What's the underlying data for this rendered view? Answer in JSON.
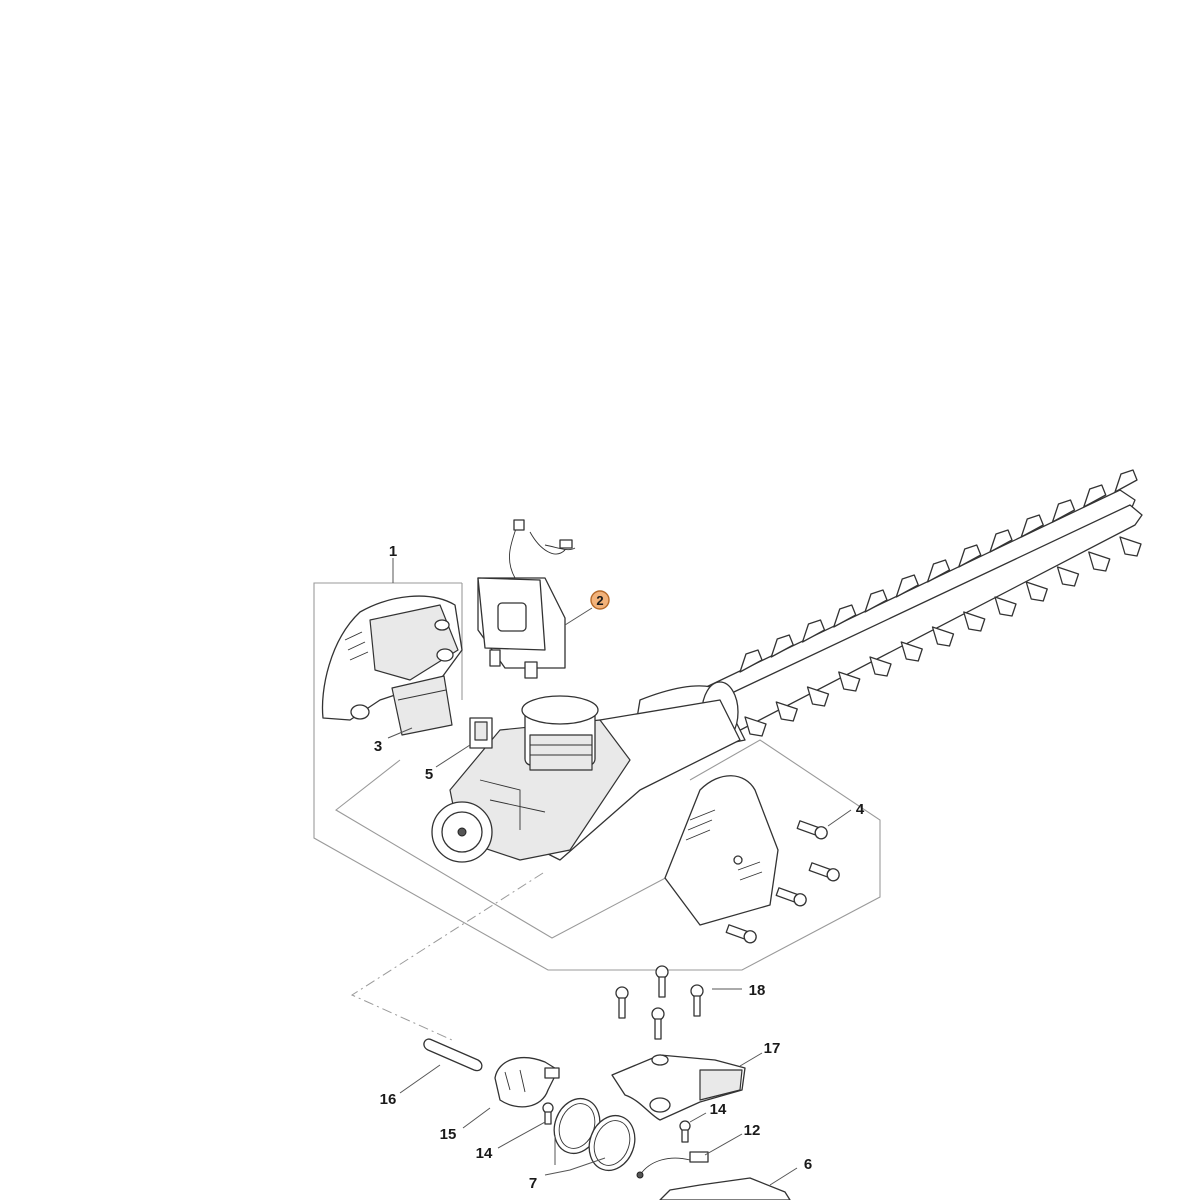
{
  "parts": [
    {
      "id": "p1",
      "label": "1"
    },
    {
      "id": "p2",
      "label": "2",
      "highlighted": true
    },
    {
      "id": "p3",
      "label": "3"
    },
    {
      "id": "p4",
      "label": "4"
    },
    {
      "id": "p5",
      "label": "5"
    },
    {
      "id": "p6",
      "label": "6"
    },
    {
      "id": "p7",
      "label": "7"
    },
    {
      "id": "p12",
      "label": "12"
    },
    {
      "id": "p14a",
      "label": "14"
    },
    {
      "id": "p14b",
      "label": "14"
    },
    {
      "id": "p15",
      "label": "15"
    },
    {
      "id": "p16",
      "label": "16"
    },
    {
      "id": "p17",
      "label": "17"
    },
    {
      "id": "p18",
      "label": "18"
    }
  ],
  "colors": {
    "highlight_fill": "#f2b27a",
    "highlight_stroke": "#b66a2a",
    "line": "#333333",
    "frame": "#9a9a9a"
  }
}
